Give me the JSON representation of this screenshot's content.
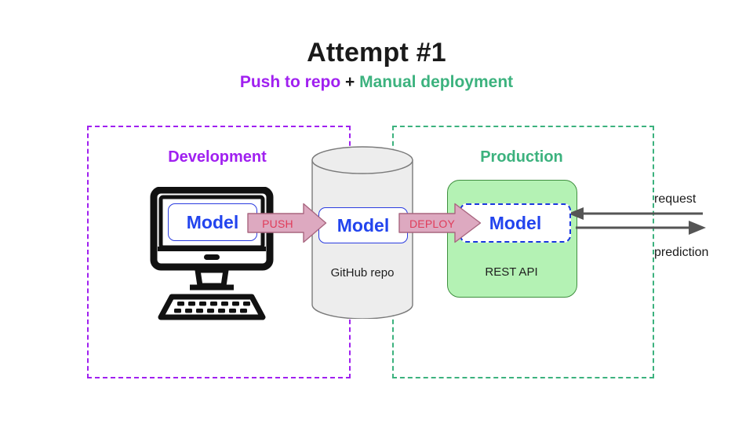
{
  "title": "Attempt #1",
  "subtitle": {
    "push_part": "Push to repo",
    "plus": " + ",
    "manual_part": "Manual deployment",
    "full": "Push to repo + Manual deployment"
  },
  "regions": {
    "development": {
      "label": "Development",
      "color": "#a020f0",
      "border_style": "dashed"
    },
    "production": {
      "label": "Production",
      "color": "#3cb27e",
      "border_style": "dashed"
    }
  },
  "nodes": {
    "dev_model": {
      "label": "Model",
      "text_color": "#2244ee",
      "icon": "desktop-computer-icon"
    },
    "repo": {
      "model_label": "Model",
      "caption": "GitHub repo",
      "shape": "cylinder",
      "fill": "#ededed"
    },
    "rest_api": {
      "model_label": "Model",
      "caption": "REST API",
      "fill": "#b4f2b4",
      "border_color": "#3f8f3f"
    }
  },
  "arrows": {
    "push": {
      "label": "PUSH",
      "fill": "#dda9c0",
      "text_color": "#e03c5a"
    },
    "deploy": {
      "label": "DEPLOY",
      "fill": "#dda9c0",
      "text_color": "#e03c5a"
    },
    "request": {
      "label": "request",
      "direction": "left",
      "color": "#555555"
    },
    "prediction": {
      "label": "prediction",
      "direction": "right",
      "color": "#555555"
    }
  },
  "colors": {
    "purple": "#a020f0",
    "green": "#3cb27e",
    "blue": "#2244ee",
    "pink": "#dda9c0",
    "crimson": "#e03c5a",
    "background": "#ffffff"
  }
}
